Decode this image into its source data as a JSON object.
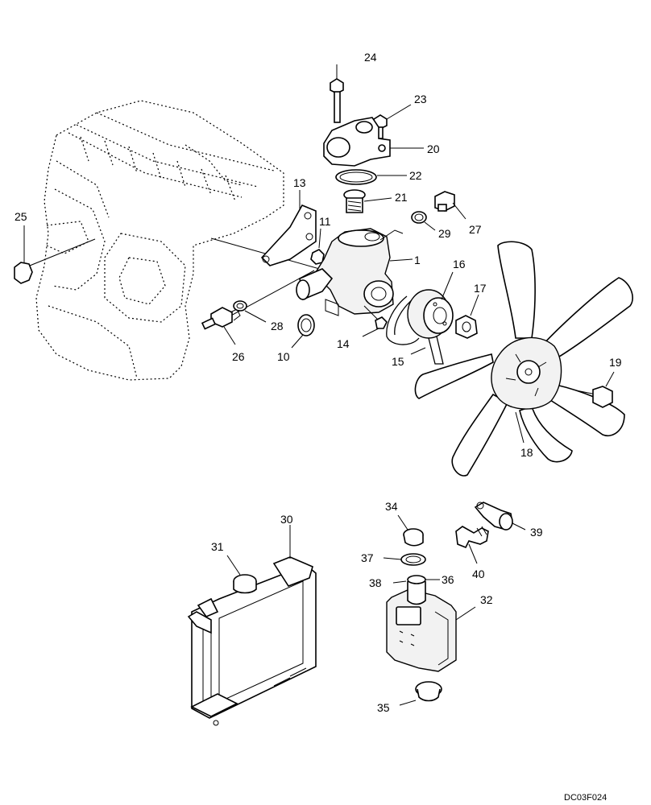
{
  "drawing_code": "DC03F024",
  "callouts": [
    {
      "id": "c1",
      "label": "1"
    },
    {
      "id": "c10",
      "label": "10"
    },
    {
      "id": "c11",
      "label": "11"
    },
    {
      "id": "c13",
      "label": "13"
    },
    {
      "id": "c14",
      "label": "14"
    },
    {
      "id": "c15",
      "label": "15"
    },
    {
      "id": "c16",
      "label": "16"
    },
    {
      "id": "c17",
      "label": "17"
    },
    {
      "id": "c18",
      "label": "18"
    },
    {
      "id": "c19",
      "label": "19"
    },
    {
      "id": "c20",
      "label": "20"
    },
    {
      "id": "c21",
      "label": "21"
    },
    {
      "id": "c22",
      "label": "22"
    },
    {
      "id": "c23",
      "label": "23"
    },
    {
      "id": "c24",
      "label": "24"
    },
    {
      "id": "c25",
      "label": "25"
    },
    {
      "id": "c26",
      "label": "26"
    },
    {
      "id": "c27",
      "label": "27"
    },
    {
      "id": "c28",
      "label": "28"
    },
    {
      "id": "c29",
      "label": "29"
    },
    {
      "id": "c30",
      "label": "30"
    },
    {
      "id": "c31",
      "label": "31"
    },
    {
      "id": "c32",
      "label": "32"
    },
    {
      "id": "c34",
      "label": "34"
    },
    {
      "id": "c35",
      "label": "35"
    },
    {
      "id": "c36",
      "label": "36"
    },
    {
      "id": "c37",
      "label": "37"
    },
    {
      "id": "c38",
      "label": "38"
    },
    {
      "id": "c39",
      "label": "39"
    },
    {
      "id": "c40",
      "label": "40"
    }
  ]
}
